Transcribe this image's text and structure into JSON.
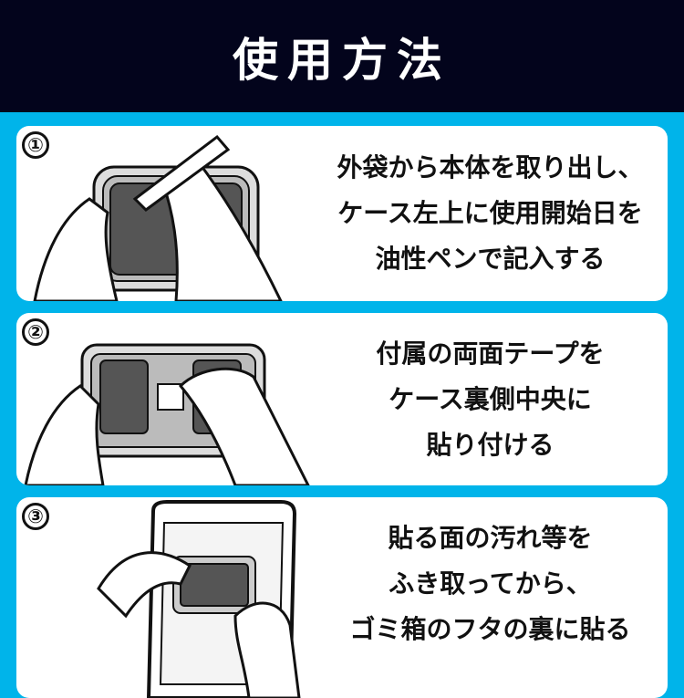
{
  "header": {
    "title": "使用方法"
  },
  "steps": [
    {
      "number": "①",
      "lines": [
        "外袋から本体を取り出し、",
        "ケース左上に使用開始日を",
        "油性ペンで記入する"
      ]
    },
    {
      "number": "②",
      "lines": [
        "付属の両面テープを",
        "ケース裏側中央に",
        "貼り付ける"
      ]
    },
    {
      "number": "③",
      "lines": [
        "貼る面の汚れ等を",
        "ふき取ってから、",
        "ゴミ箱のフタの裏に貼る"
      ]
    }
  ]
}
